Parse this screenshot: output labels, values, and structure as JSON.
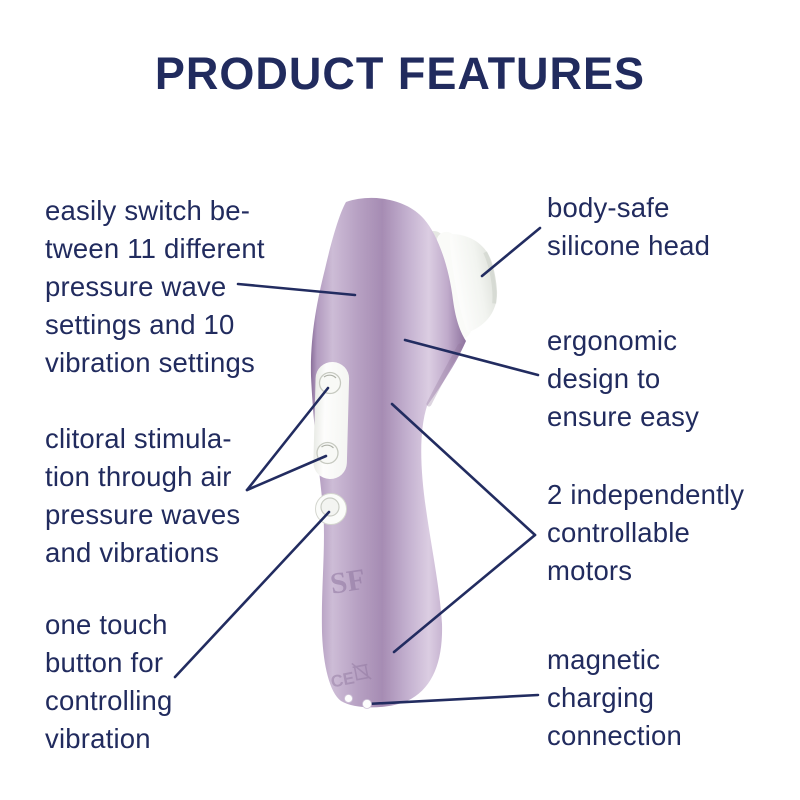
{
  "title": "PRODUCT FEATURES",
  "colors": {
    "navy_text": "#212b5e",
    "connector_line": "#222c60",
    "body_lilac_mid": "#b7a1c3",
    "body_lilac_highlight": "#dbcde2",
    "body_lilac_shadow": "#8a6f9b",
    "silicone_white": "#fafbf8",
    "background": "#ffffff"
  },
  "labels": {
    "left": [
      {
        "id": "settings",
        "lines": [
          "easily switch be-",
          "tween 11 different",
          "pressure wave",
          "settings and 10",
          "vibration settings"
        ]
      },
      {
        "id": "clitoral",
        "lines": [
          "clitoral stimula-",
          "tion through air",
          "pressure waves",
          "and vibrations"
        ]
      },
      {
        "id": "one_touch",
        "lines": [
          "one touch",
          "button for",
          "controlling",
          "vibration"
        ]
      }
    ],
    "right": [
      {
        "id": "head",
        "lines": [
          "body-safe",
          "silicone head"
        ]
      },
      {
        "id": "ergonomic",
        "lines": [
          "ergonomic",
          "design to",
          "ensure easy"
        ]
      },
      {
        "id": "motors",
        "lines": [
          "2 independently",
          "controllable",
          "motors"
        ]
      },
      {
        "id": "charging",
        "lines": [
          "magnetic",
          "charging",
          "connection"
        ]
      }
    ]
  },
  "product": {
    "logo_text": "SF",
    "certification_text": "CE"
  }
}
